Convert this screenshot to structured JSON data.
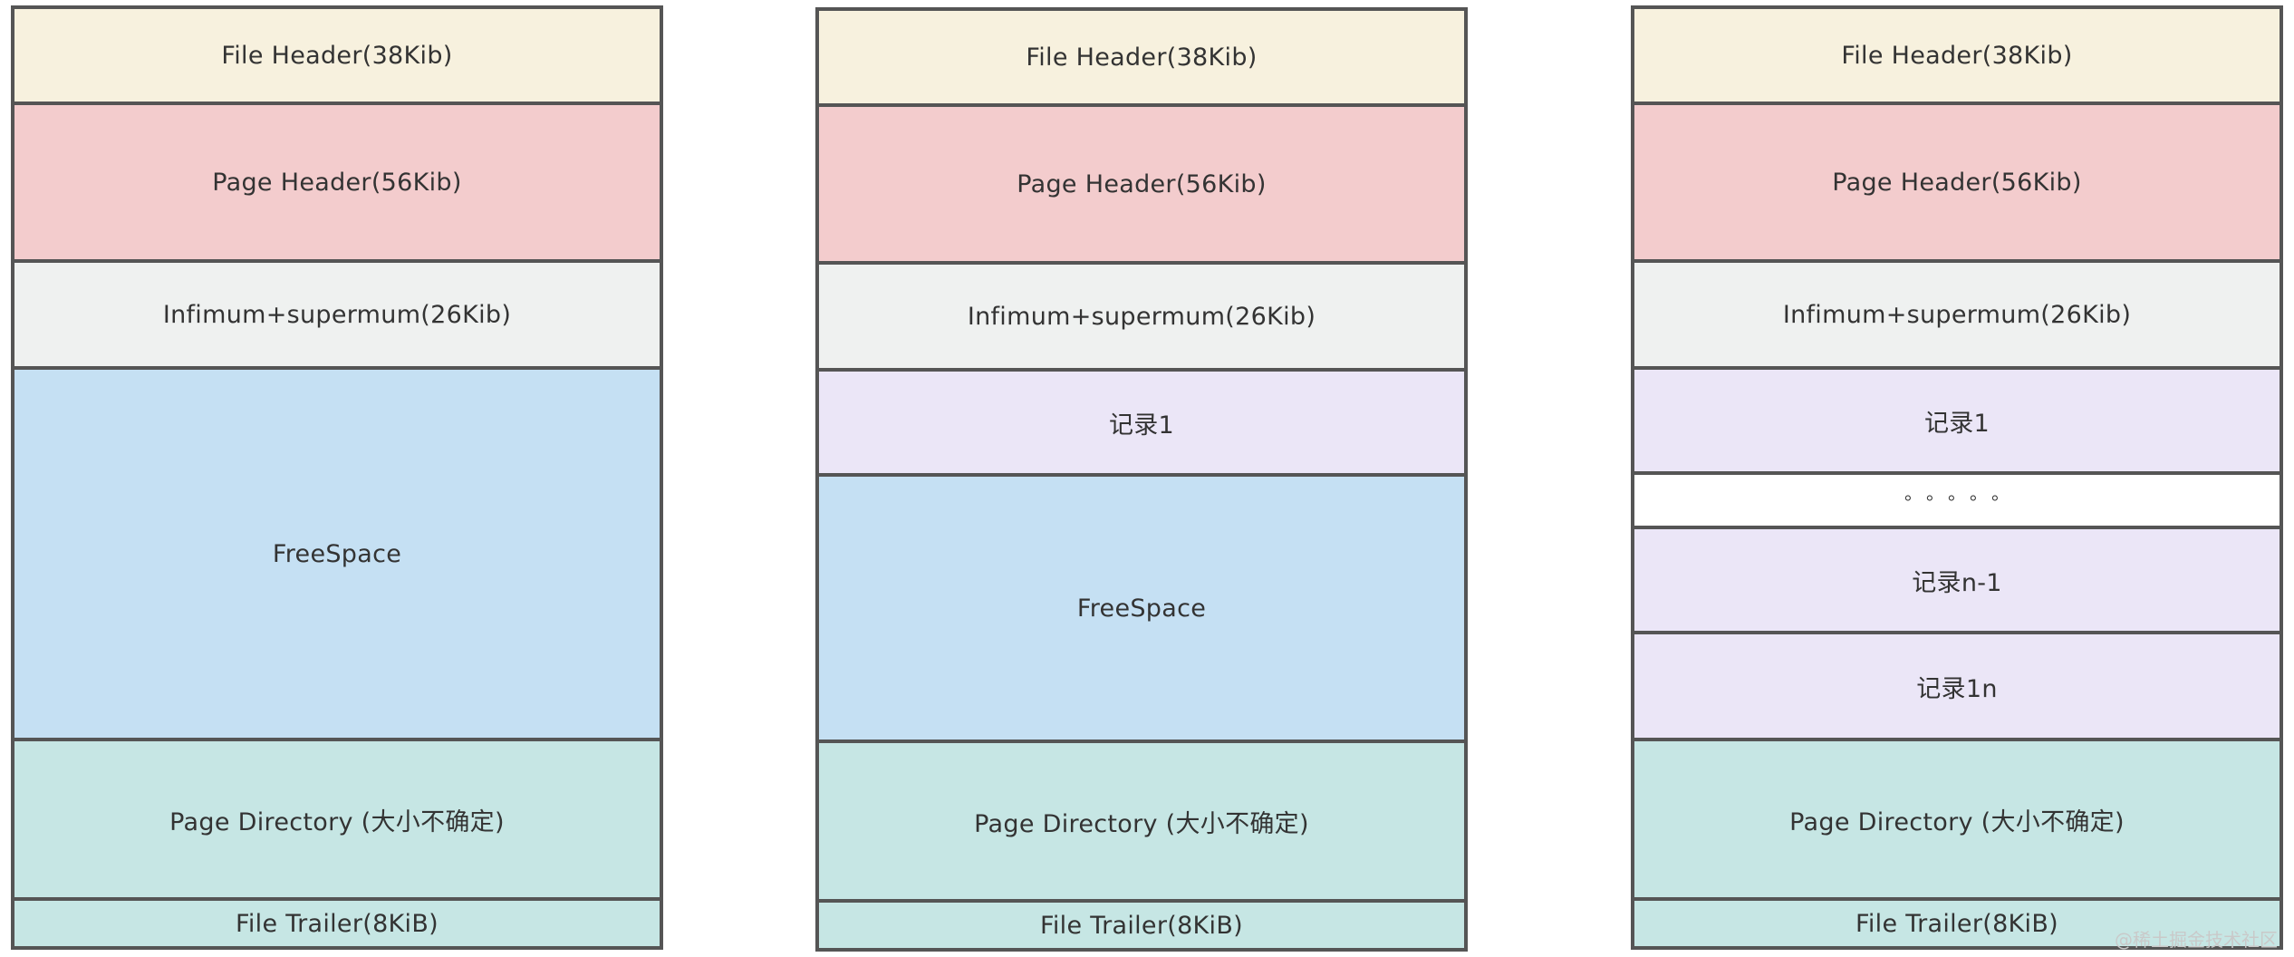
{
  "columns": [
    {
      "blocks": [
        {
          "label": "File Header(38Kib)",
          "kind": "file-header"
        },
        {
          "label": "Page Header(56Kib)",
          "kind": "page-header"
        },
        {
          "label": "Infimum+supermum(26Kib)",
          "kind": "infimum"
        },
        {
          "label": "FreeSpace",
          "kind": "free-space"
        },
        {
          "label": "Page Directory (大小不确定)",
          "kind": "page-directory"
        },
        {
          "label": "File Trailer(8KiB)",
          "kind": "file-trailer"
        }
      ]
    },
    {
      "blocks": [
        {
          "label": "File Header(38Kib)",
          "kind": "file-header"
        },
        {
          "label": "Page Header(56Kib)",
          "kind": "page-header"
        },
        {
          "label": "Infimum+supermum(26Kib)",
          "kind": "infimum"
        },
        {
          "label": "记录1",
          "kind": "record"
        },
        {
          "label": "FreeSpace",
          "kind": "free-space"
        },
        {
          "label": "Page Directory (大小不确定)",
          "kind": "page-directory"
        },
        {
          "label": "File Trailer(8KiB)",
          "kind": "file-trailer"
        }
      ]
    },
    {
      "blocks": [
        {
          "label": "File Header(38Kib)",
          "kind": "file-header"
        },
        {
          "label": "Page Header(56Kib)",
          "kind": "page-header"
        },
        {
          "label": "Infimum+supermum(26Kib)",
          "kind": "infimum"
        },
        {
          "label": "记录1",
          "kind": "record"
        },
        {
          "label": "。。。。。",
          "kind": "ellipsis"
        },
        {
          "label": "记录n-1",
          "kind": "record"
        },
        {
          "label": "记录1n",
          "kind": "record"
        },
        {
          "label": "Page Directory (大小不确定)",
          "kind": "page-directory"
        },
        {
          "label": "File Trailer(8KiB)",
          "kind": "file-trailer"
        }
      ]
    }
  ],
  "colors": {
    "file_header": "#f7f1de",
    "page_header": "#f3cccd",
    "infimum": "#eff1f0",
    "free_space": "#c5e0f3",
    "record": "#ebe6f7",
    "page_directory": "#c6e6e4",
    "file_trailer": "#c6e6e4",
    "border": "#555555"
  },
  "watermark": "@稀土掘金技术社区"
}
